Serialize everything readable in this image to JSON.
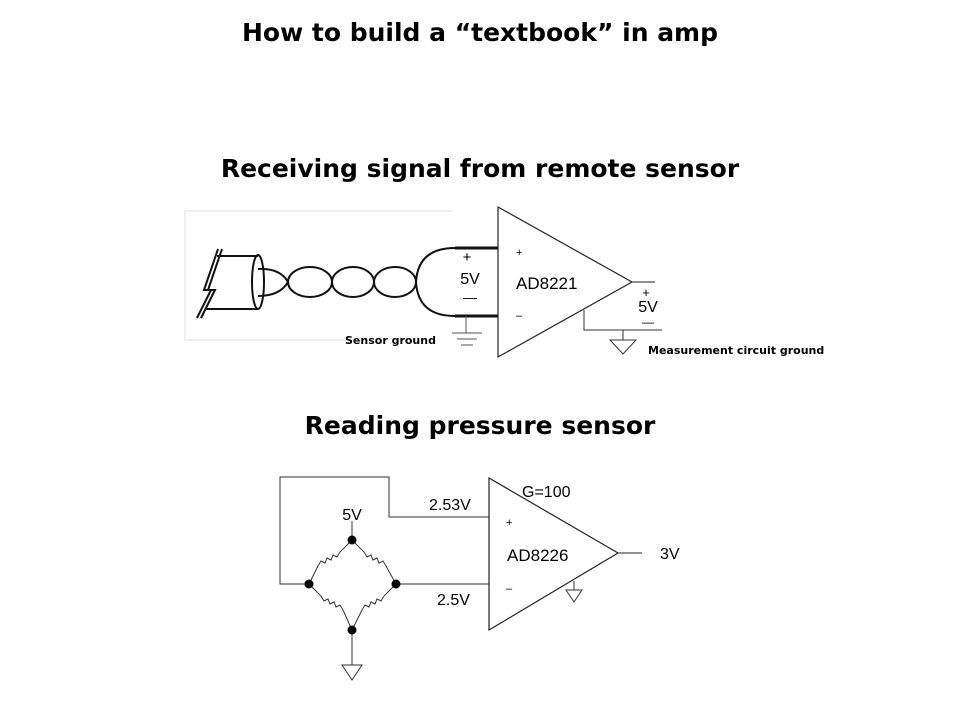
{
  "slide": {
    "title": "How to build a “textbook” in amp"
  },
  "diagram1": {
    "heading": "Receiving signal from remote sensor",
    "sensor_supply": {
      "plus": "+",
      "value": "5V",
      "minus": "—"
    },
    "amp": {
      "name": "AD8221",
      "plus_input": "+",
      "minus_input": "–"
    },
    "output_supply": {
      "plus": "+",
      "value": "5V",
      "minus": "—"
    },
    "labels": {
      "sensor_ground": "Sensor ground",
      "measurement_ground": "Measurement circuit ground"
    }
  },
  "diagram2": {
    "heading": "Reading pressure sensor",
    "bridge_supply": "5V",
    "plus_input_voltage": "2.53V",
    "minus_input_voltage": "2.5V",
    "amp": {
      "name": "AD8226",
      "gain": "G=100",
      "plus_input": "+",
      "minus_input": "–"
    },
    "output_voltage": "3V"
  }
}
